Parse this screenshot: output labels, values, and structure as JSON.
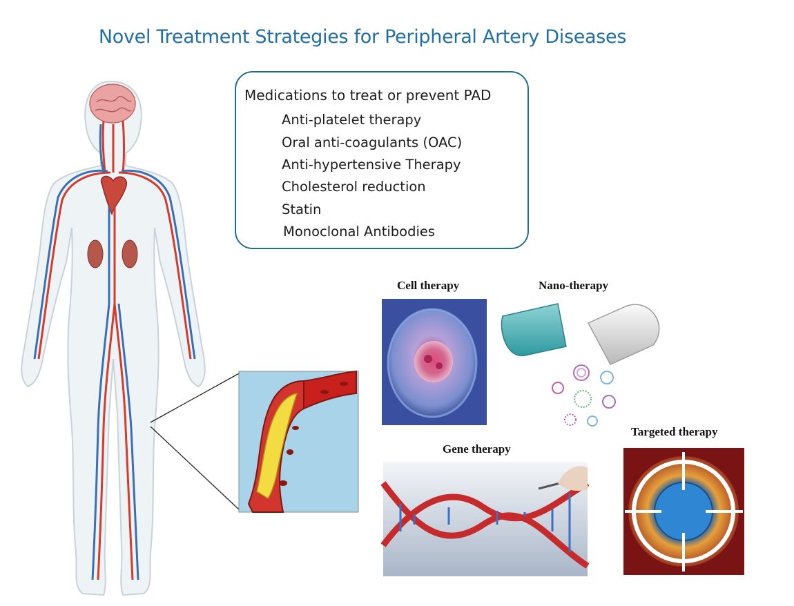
{
  "title": "Novel Treatment Strategies for Peripheral Artery Diseases",
  "medications": {
    "heading": "Medications to treat or prevent PAD",
    "items": [
      "Anti-platelet therapy",
      "Oral anti-coagulants (OAC)",
      "Anti-hypertensive Therapy",
      "Cholesterol reduction",
      "Statin",
      "Monoclonal Antibodies"
    ]
  },
  "therapies": {
    "cell": "Cell therapy",
    "nano": "Nano-therapy",
    "gene": "Gene therapy",
    "targeted": "Targeted therapy"
  },
  "colors": {
    "title": "#1f6fa6",
    "artery": "#d63a2a",
    "vein": "#3a6fb5",
    "box_border": "#1f6f90"
  }
}
